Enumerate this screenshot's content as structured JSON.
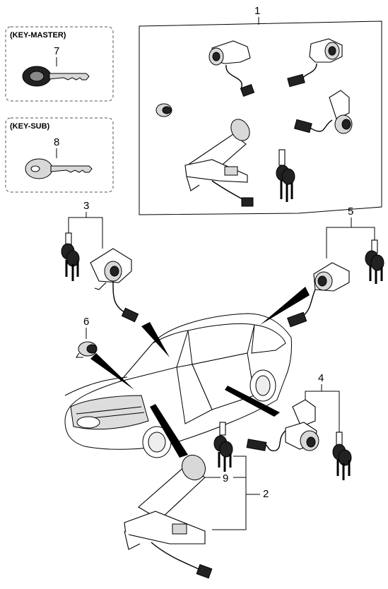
{
  "key_boxes": [
    {
      "label": "(KEY-MASTER)",
      "callout": "7"
    },
    {
      "label": "(KEY-SUB)",
      "callout": "8"
    }
  ],
  "callouts": {
    "assembly_set": "1",
    "ignition_lock": "2",
    "door_lock_left": "3",
    "trunk_lock": "4",
    "door_lock_right": "5",
    "fuel_cap_lock": "6",
    "key_set": "9"
  }
}
